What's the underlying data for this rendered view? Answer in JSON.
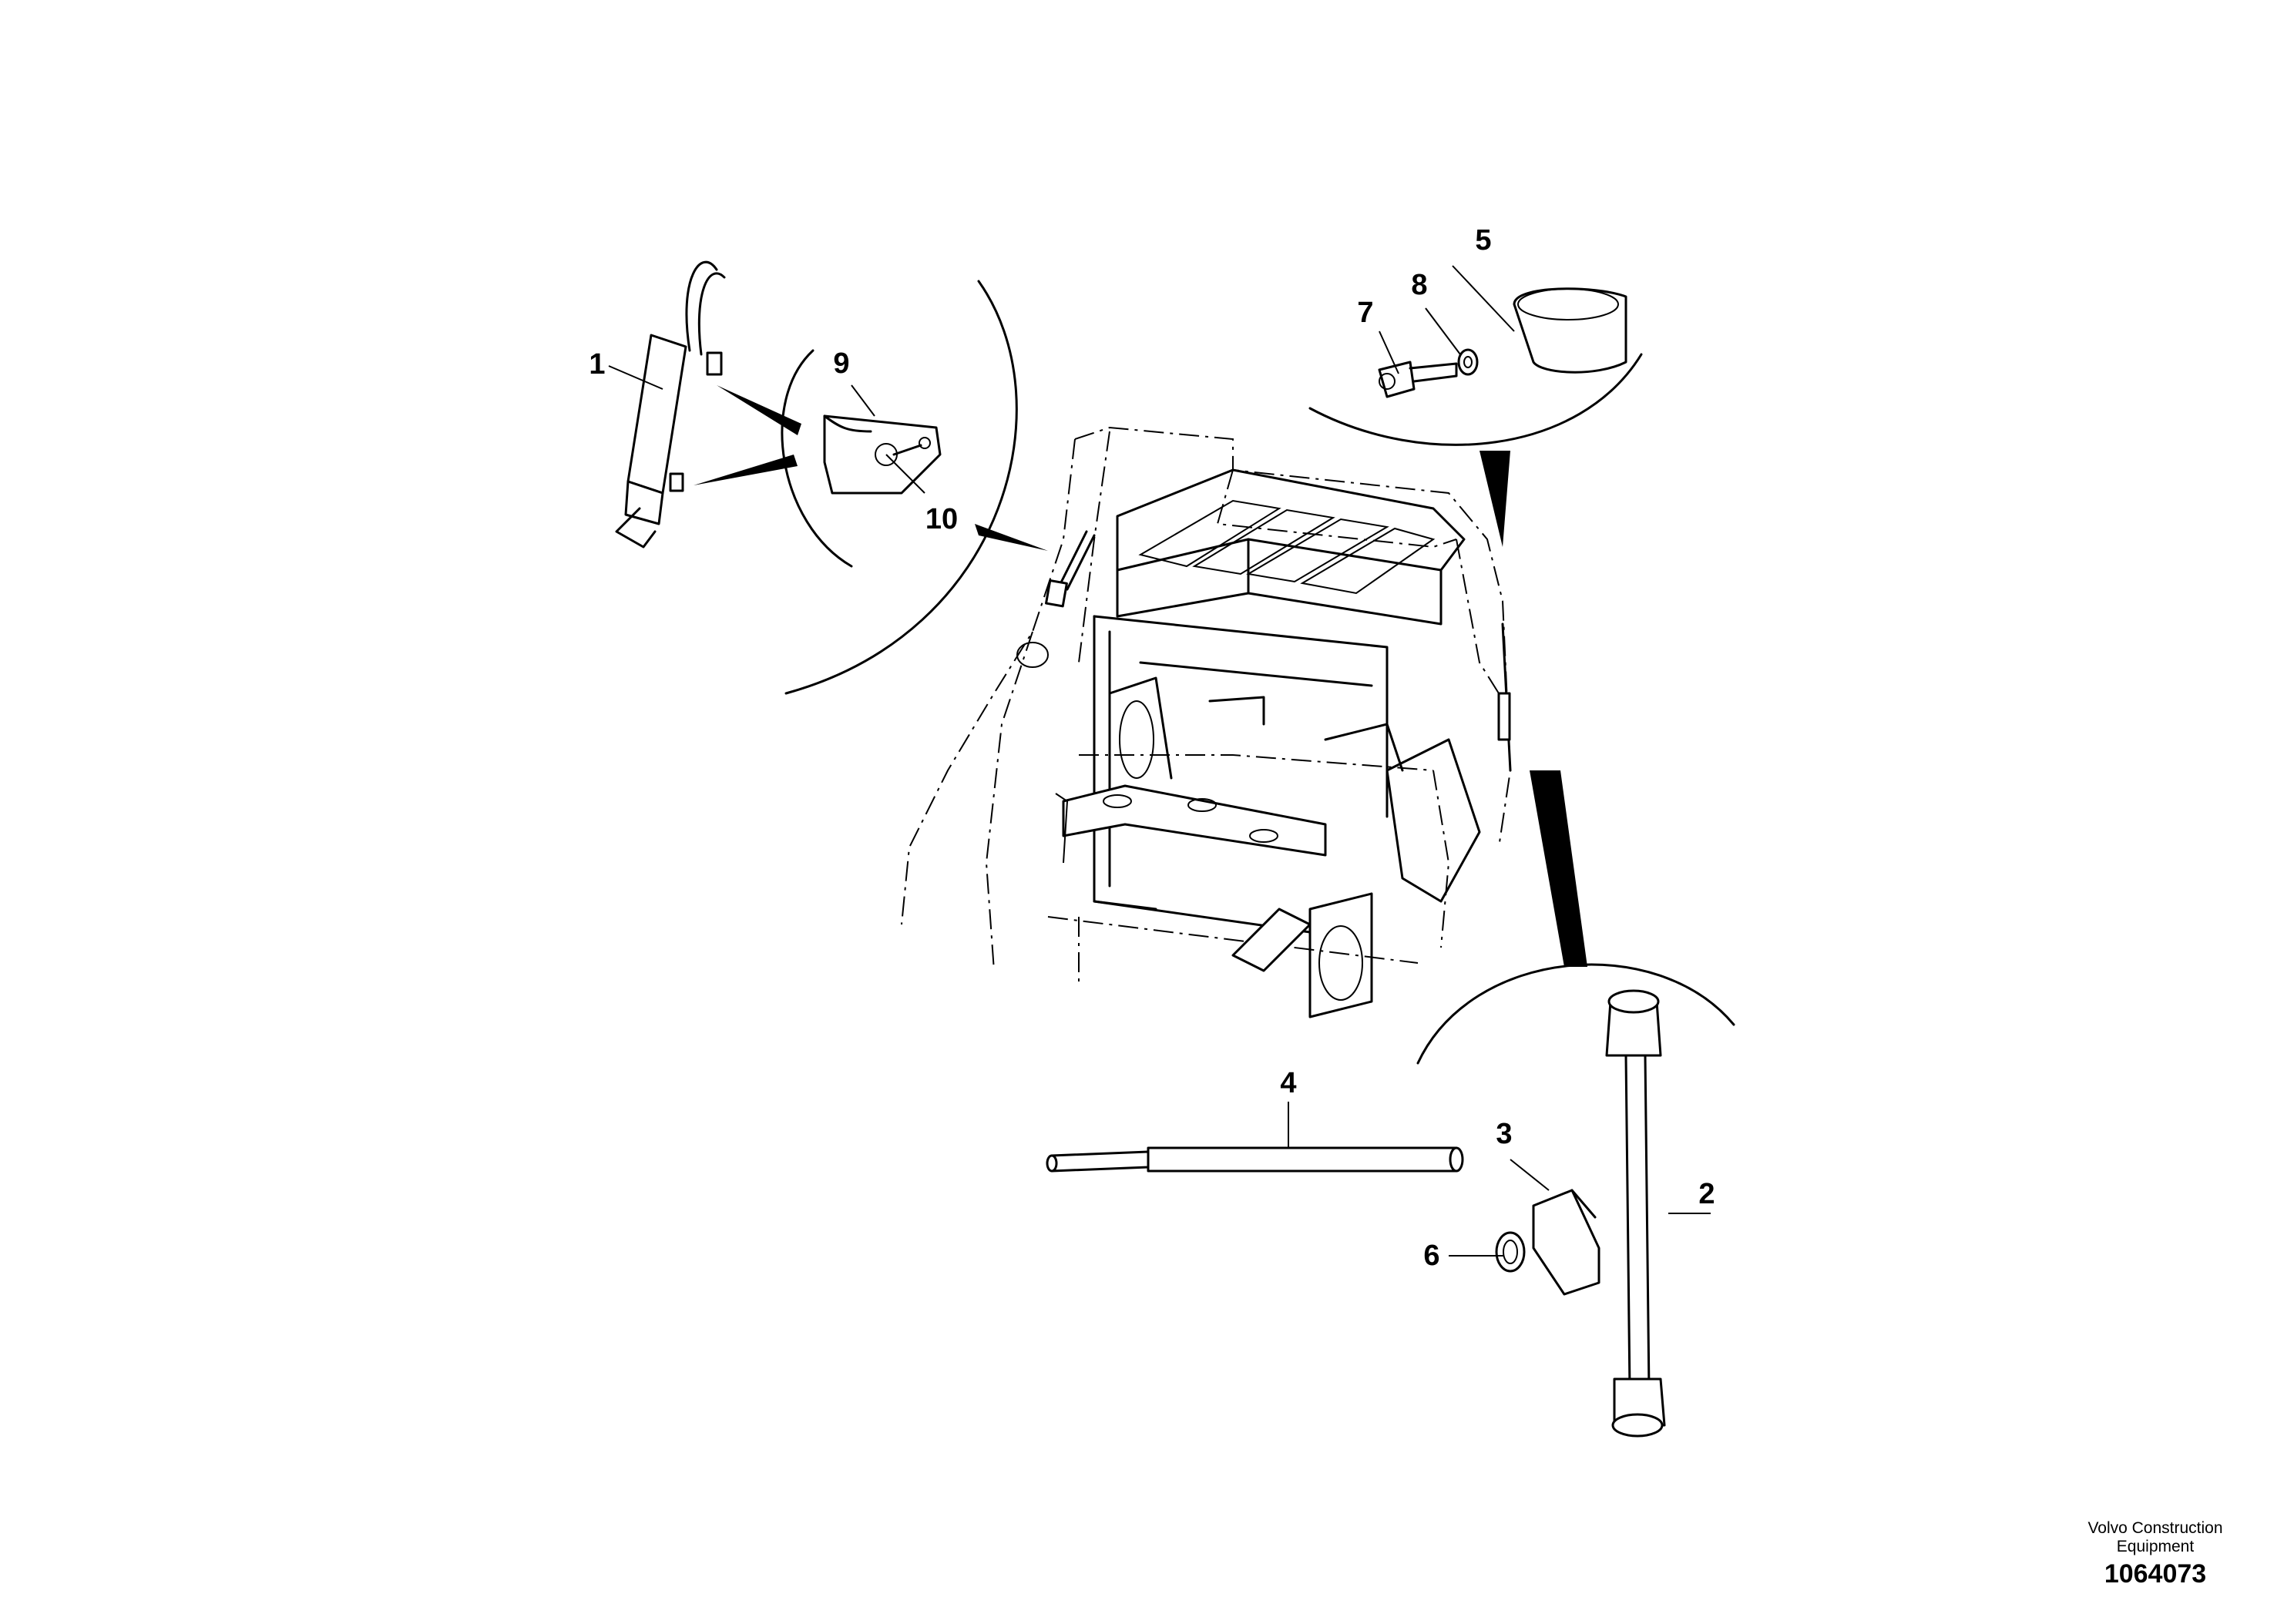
{
  "diagram": {
    "callouts": [
      {
        "id": "1",
        "label": "1"
      },
      {
        "id": "2",
        "label": "2"
      },
      {
        "id": "3",
        "label": "3"
      },
      {
        "id": "4",
        "label": "4"
      },
      {
        "id": "5",
        "label": "5"
      },
      {
        "id": "6",
        "label": "6"
      },
      {
        "id": "7",
        "label": "7"
      },
      {
        "id": "8",
        "label": "8"
      },
      {
        "id": "9",
        "label": "9"
      },
      {
        "id": "10",
        "label": "10"
      }
    ]
  },
  "footer": {
    "brand_line1": "Volvo Construction",
    "brand_line2": "Equipment",
    "document_number": "1064073"
  }
}
